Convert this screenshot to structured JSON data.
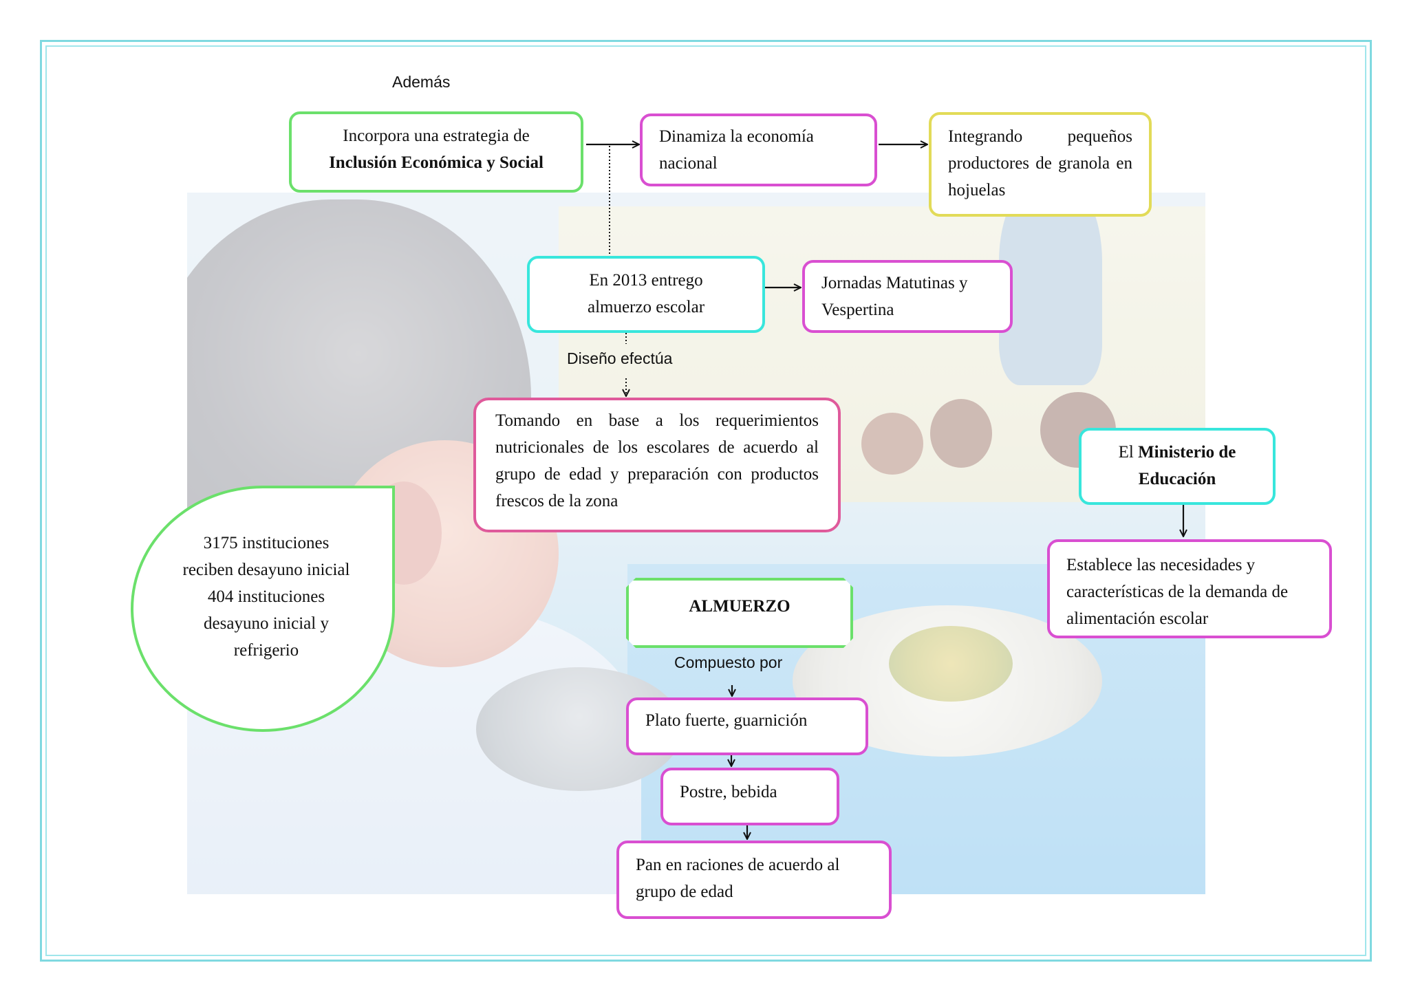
{
  "labels": {
    "ademas": "Además",
    "diseno": "Diseño efectúa",
    "compuesto": "Compuesto por"
  },
  "nodes": {
    "inclusion_1": "Incorpora una estrategia de",
    "inclusion_2": "Inclusión Económica y Social",
    "dinamiza": "Dinamiza la economía nacional",
    "integrando": "Integrando pequeños productores de granola en hojuelas",
    "entrego": "En 2013 entrego almuerzo escolar",
    "jornadas": "Jornadas Matutinas y Vespertina",
    "tomando": "Tomando en base a los requerimientos nutricionales de los escolares de acuerdo al grupo de edad y preparación con productos frescos de la zona",
    "ministerio_prefix": "El",
    "ministerio_bold_1": "Ministerio de",
    "ministerio_bold_2": "Educación",
    "establece": "Establece las necesidades y características de la demanda de alimentación escolar",
    "instituciones": "3175 instituciones reciben desayuno inicial 404 instituciones desayuno inicial y refrigerio",
    "almuerzo": "ALMUERZO",
    "plato": "Plato fuerte, guarnición",
    "postre": "Postre, bebida",
    "pan": "Pan en raciones de acuerdo al grupo de edad"
  },
  "colors": {
    "green": "#6be06b",
    "magenta": "#d94fd1",
    "yellow": "#e2db58",
    "cyan": "#38e6dc",
    "pink": "#df5a9b",
    "frame": "#7fd9e0"
  }
}
